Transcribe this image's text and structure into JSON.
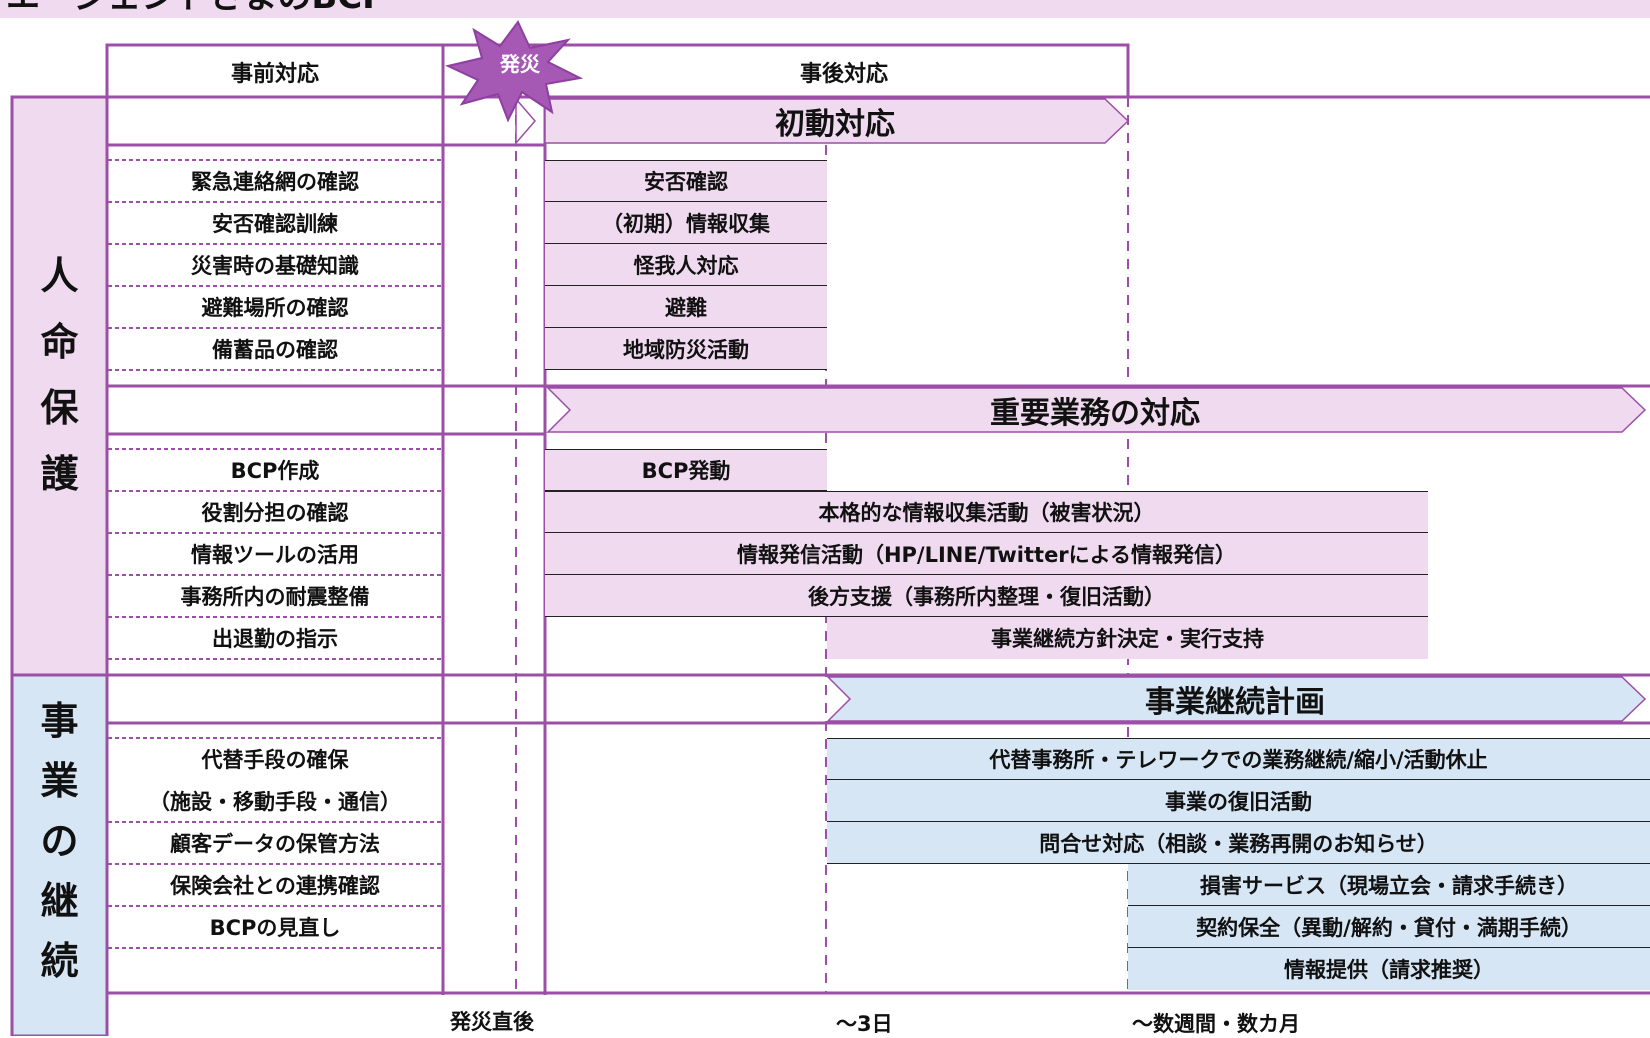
{
  "title": "エージェントさまのBCP",
  "headers": {
    "pre": "事前対応",
    "post": "事後対応",
    "burst": "発災"
  },
  "sections": [
    {
      "label_chars": [
        "人",
        "命",
        "保",
        "護"
      ]
    },
    {
      "label_chars": [
        "事",
        "業",
        "の",
        "継",
        "続"
      ]
    }
  ],
  "arrows": {
    "initial": "初動対応",
    "important": "重要業務の対応",
    "continuity": "事業継続計画"
  },
  "left_items_1": [
    "緊急連絡網の確認",
    "安否確認訓練",
    "災害時の基礎知識",
    "避難場所の確認",
    "備蓄品の確認"
  ],
  "left_items_2": [
    "BCP作成",
    "役割分担の確認",
    "情報ツールの活用",
    "事務所内の耐震整備",
    "出退勤の指示"
  ],
  "left_items_3": [
    "代替手段の確保",
    "（施設・移動手段・通信）",
    "顧客データの保管方法",
    "保険会社との連携確認",
    "BCPの見直し"
  ],
  "initial_actions": [
    "安否確認",
    "（初期）情報収集",
    "怪我人対応",
    "避難",
    "地域防災活動"
  ],
  "important_actions": {
    "bcp": "BCP発動",
    "info_collect": "本格的な情報収集活動（被害状況）",
    "info_send": "情報発信活動（HP/LINE/Twitterによる情報発信）",
    "support": "後方支援（事務所内整理・復旧活動）",
    "policy": "事業継続方針決定・実行支持"
  },
  "continuity_actions": {
    "alt_office": "代替事務所・テレワークでの業務継続/縮小/活動休止",
    "recovery": "事業の復旧活動",
    "inquiry": "問合せ対応（相談・業務再開のお知らせ）",
    "damage": "損害サービス（現場立会・請求手続き）",
    "contract": "契約保全（異動/解約・貸付・満期手続）",
    "info": "情報提供（請求推奨）"
  },
  "timeline": {
    "t0": "発災直後",
    "t1": "～3日",
    "t2": "～数週間・数カ月"
  },
  "colors": {
    "purple": "#9b4fa6",
    "pink": "#efdaef",
    "blue": "#d7e6f5"
  }
}
